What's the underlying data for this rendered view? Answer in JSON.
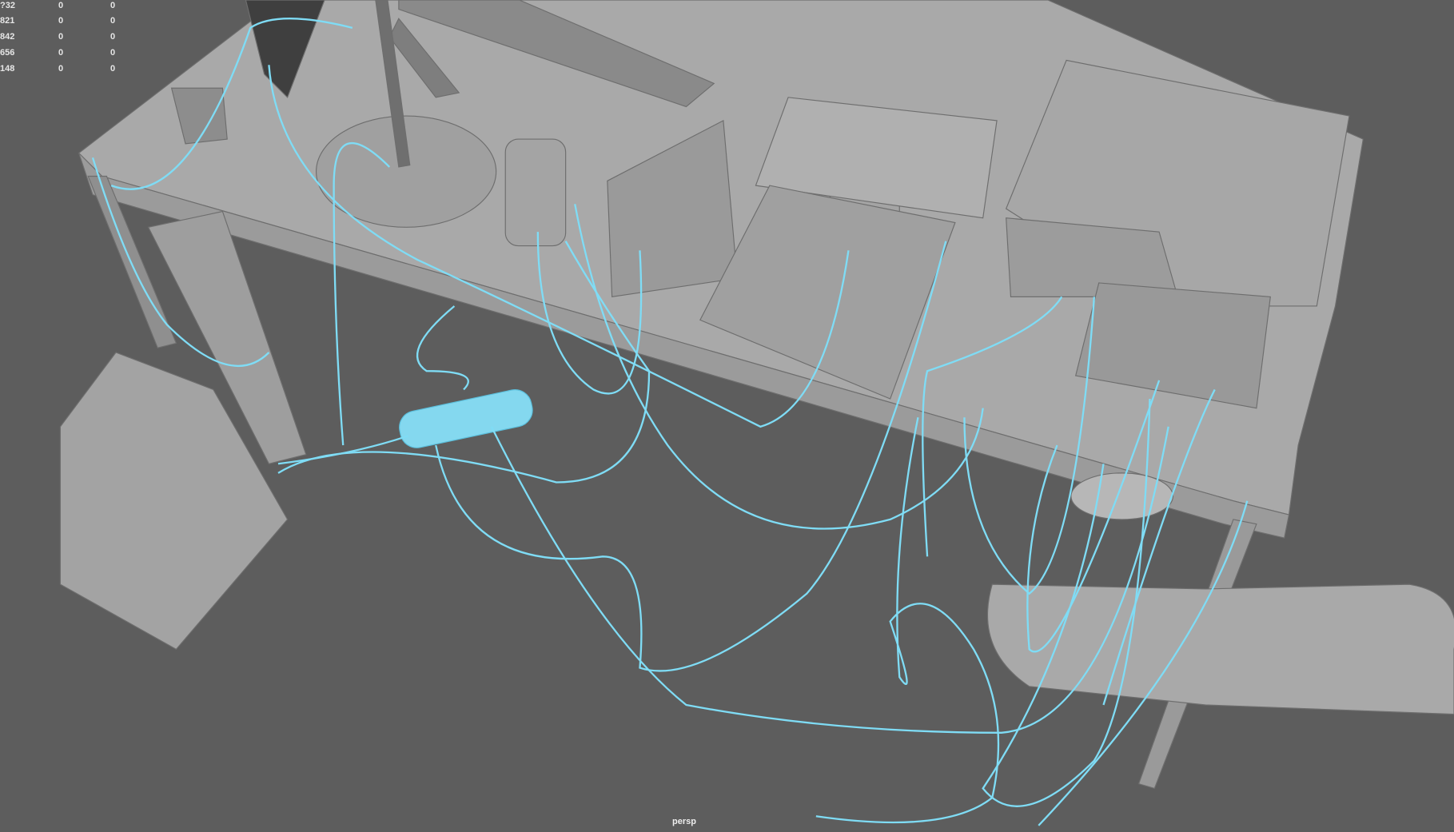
{
  "viewport": {
    "camera_label": "persp",
    "background_color": "#5d5d5d",
    "model_color": "#a6a6a6",
    "selection_color": "#7fdcf5"
  },
  "hud_stats": {
    "rows": [
      [
        "?32",
        "0",
        "0"
      ],
      [
        "821",
        "0",
        "0"
      ],
      [
        "842",
        "0",
        "0"
      ],
      [
        "656",
        "0",
        "0"
      ],
      [
        "148",
        "0",
        "0"
      ]
    ]
  }
}
